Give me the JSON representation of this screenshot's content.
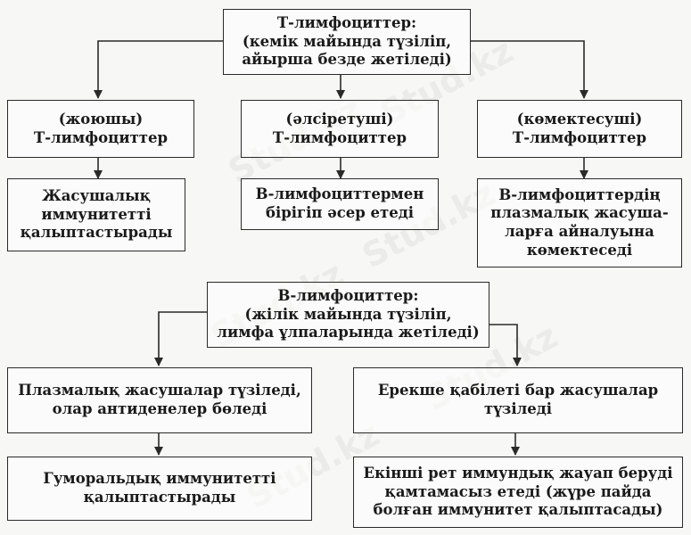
{
  "watermark": "Stud.kz",
  "t_section": {
    "root": "Т-лимфоциттер:\n(кемік майында түзіліп,\nайырша безде жетіледі)",
    "types": [
      "(жоюшы)\nТ-лимфоциттер",
      "(әлсіретуші)\nТ-лимфоциттер",
      "(көмектесуші)\nТ-лимфоциттер"
    ],
    "functions": [
      "Жасушалық\nиммунитетті\nқалыптастырады",
      "В-лимфоциттермен\nбірігіп әсер етеді",
      "В-лимфоциттердің\nплазмалық жасуша-\nларға айналуына\nкөмектеседі"
    ]
  },
  "b_section": {
    "root": "В-лимфоциттер:\n(жілік майында түзіліп,\nлимфа ұлпаларында жетіледі)",
    "types": [
      "Плазмалық жасушалар түзіледі,\nолар антиденелер бөледі",
      "Ерекше қабілеті бар жасушалар\nтүзіледі"
    ],
    "functions": [
      "Гуморальдық иммунитетті\nқалыптастырады",
      "Екінші рет иммундық жауап беруді\nқамтамасыз етеді (жүре пайда\nболған иммунитет қалыптасады)"
    ]
  }
}
